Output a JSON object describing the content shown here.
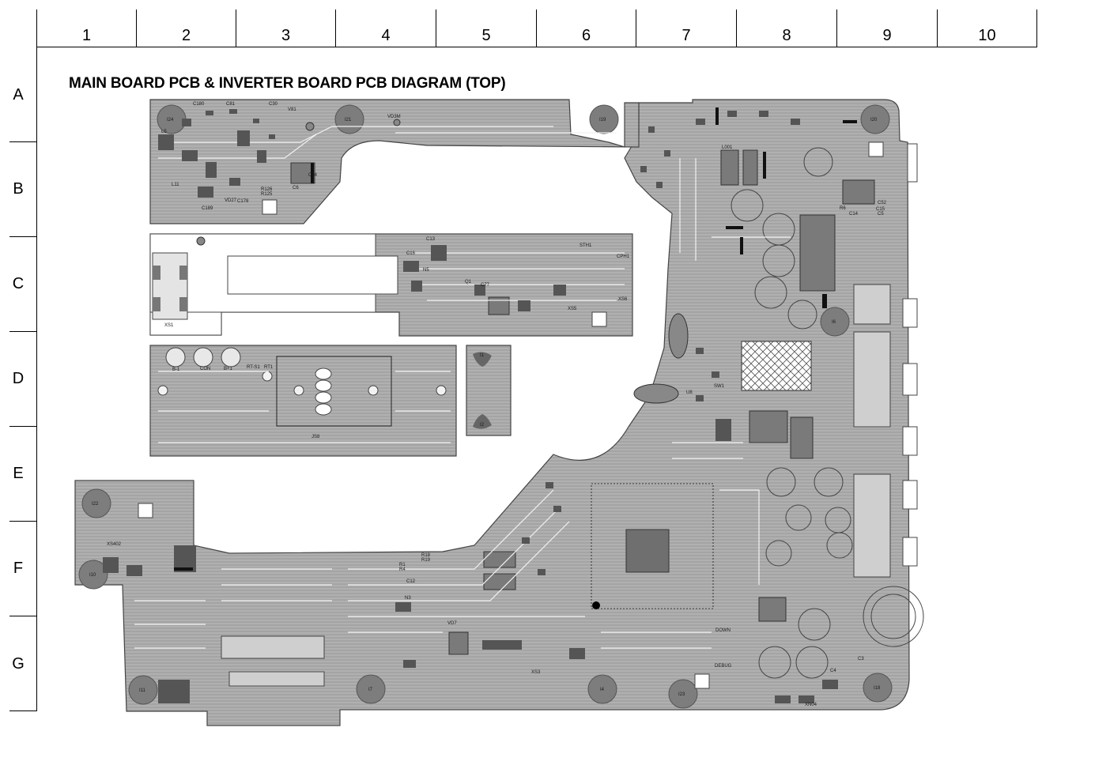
{
  "title": "MAIN BOARD PCB & INVERTER BOARD PCB DIAGRAM (TOP)",
  "grid": {
    "columns": [
      "1",
      "2",
      "3",
      "4",
      "5",
      "6",
      "7",
      "8",
      "9",
      "10"
    ],
    "rows": [
      "A",
      "B",
      "C",
      "D",
      "E",
      "F",
      "G"
    ]
  },
  "labels": {
    "screw_holes": [
      "I24",
      "I21",
      "I19",
      "I20",
      "I6",
      "I22",
      "I10",
      "I11",
      "I7",
      "I4",
      "I23",
      "I18",
      "I1",
      "I2"
    ],
    "connectors": [
      "XS1",
      "XS5",
      "XS6",
      "JS8",
      "XS402",
      "XS3",
      "XS5",
      "XN04"
    ],
    "parts": [
      "C180",
      "C81",
      "C30",
      "L5",
      "L11",
      "V81",
      "C34",
      "C6",
      "VD27",
      "C189",
      "R126",
      "R125",
      "C178",
      "VD3M",
      "C13",
      "C16",
      "N5",
      "C77",
      "Q1",
      "STH1",
      "CPH1",
      "B-1",
      "CON",
      "B+1",
      "RT1",
      "RT-S1",
      "L001",
      "C4",
      "C3",
      "U8",
      "DEBUG",
      "SW1",
      "C52",
      "R6",
      "C15",
      "C14",
      "C5",
      "DOWN",
      "VD7",
      "N3",
      "C12",
      "R18",
      "R19",
      "R1",
      "R4"
    ]
  },
  "colors": {
    "board_fill": "#a9a9a9",
    "trace": "#f2f2f2",
    "pad": "#6a6a6a",
    "outline": "#333333"
  }
}
